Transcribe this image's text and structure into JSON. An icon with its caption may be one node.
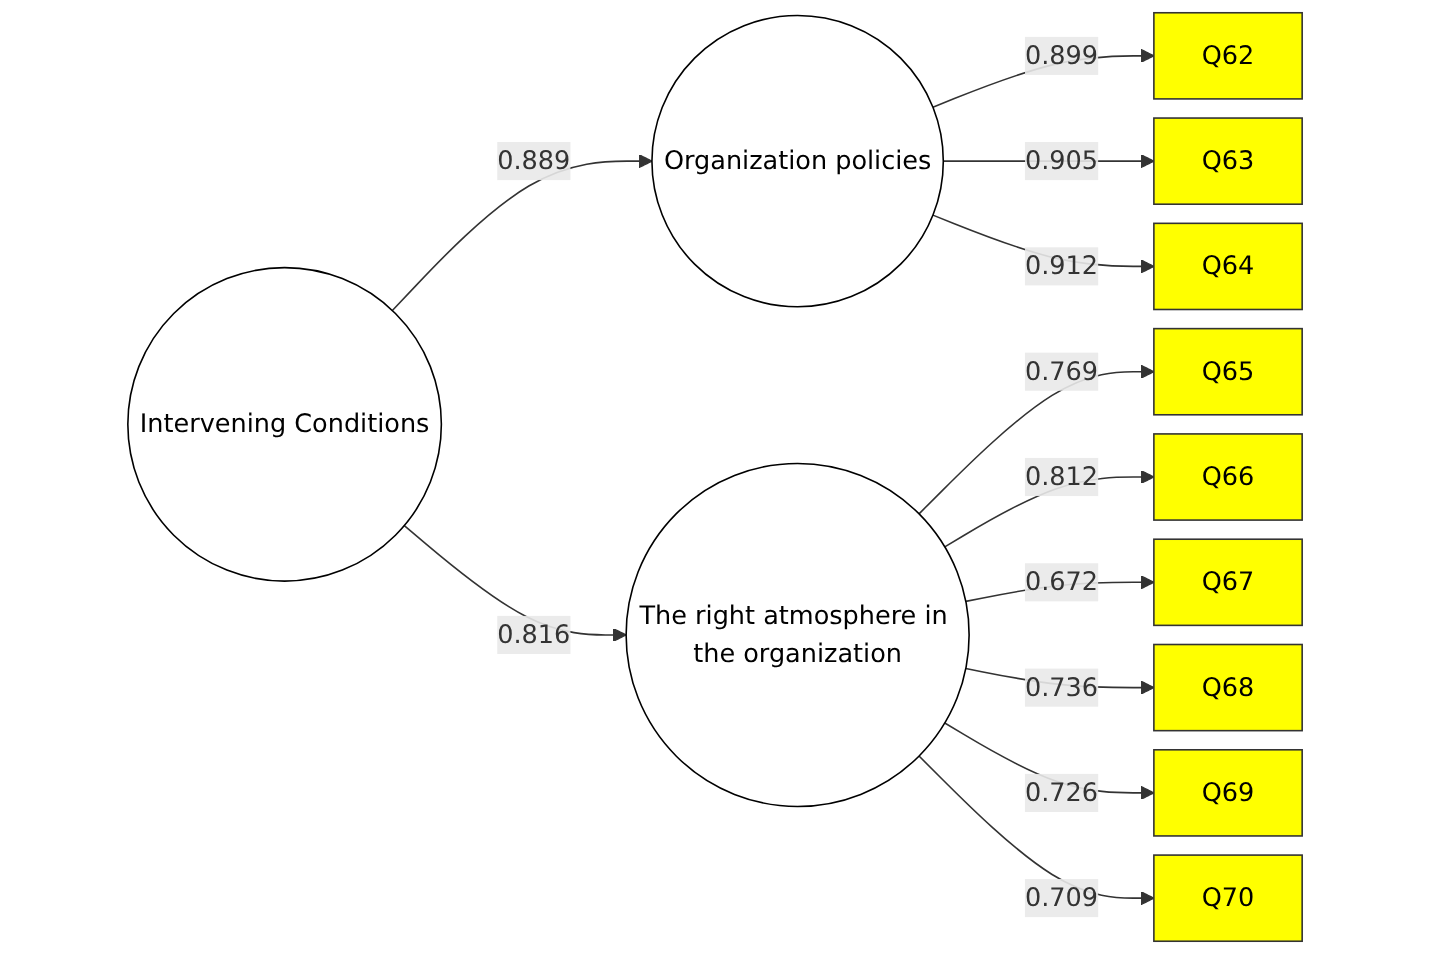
{
  "diagram": {
    "nodes": [
      {
        "text": [
          "Intervening Conditions"
        ]
      },
      {
        "text": [
          "Organization policies"
        ]
      },
      {
        "text": [
          "The right atmosphere in the organization"
        ]
      },
      {
        "text": [
          "Q62"
        ]
      },
      {
        "text": [
          "Q63"
        ]
      },
      {
        "text": [
          "Q64"
        ]
      },
      {
        "text": [
          "Q65"
        ]
      },
      {
        "text": [
          "Q66"
        ]
      },
      {
        "text": [
          "Q67"
        ]
      },
      {
        "text": [
          "Q68"
        ]
      },
      {
        "text": [
          "Q69"
        ]
      },
      {
        "text": [
          "Q70"
        ]
      }
    ],
    "edges": [
      {
        "from": 0,
        "to": 1,
        "arrow": "to",
        "label": "0.889"
      },
      {
        "from": 0,
        "to": 2,
        "arrow": "to",
        "label": "0.816"
      },
      {
        "from": 1,
        "to": 3,
        "arrow": "to",
        "label": "0.899"
      },
      {
        "from": 1,
        "to": 4,
        "arrow": "to",
        "label": "0.905"
      },
      {
        "from": 1,
        "to": 5,
        "arrow": "to",
        "label": "0.912"
      },
      {
        "from": 2,
        "to": 6,
        "arrow": "to",
        "label": "0.769"
      },
      {
        "from": 2,
        "to": 7,
        "arrow": "to",
        "label": "0.812"
      },
      {
        "from": 2,
        "to": 8,
        "arrow": "to",
        "label": "0.672"
      },
      {
        "from": 2,
        "to": 9,
        "arrow": "to",
        "label": "0.736"
      },
      {
        "from": 2,
        "to": 10,
        "arrow": "to",
        "label": "0.726"
      },
      {
        "from": 2,
        "to": 11,
        "arrow": "to",
        "label": "0.709"
      }
    ]
  }
}
